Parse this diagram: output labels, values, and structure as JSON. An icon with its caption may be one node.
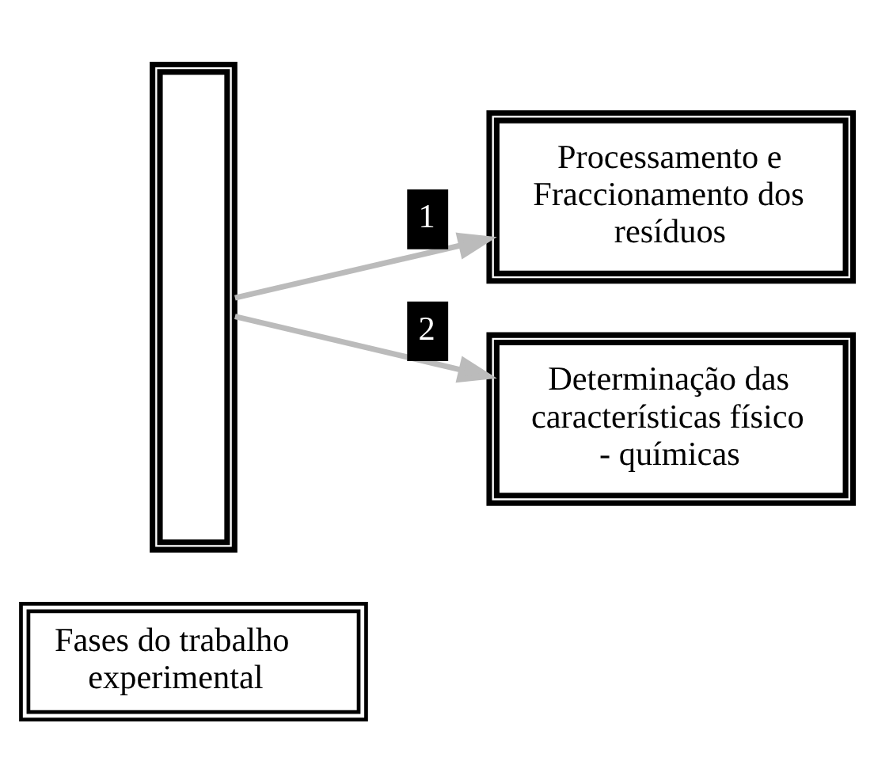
{
  "diagram": {
    "nodes": [
      {
        "text": [
          "Fases do trabalho experimental"
        ]
      },
      {
        "text": [],
        "shape": "bar"
      },
      {
        "text": [
          "Processamento e Fraccionamento dos resíduos"
        ]
      },
      {
        "text": [
          "Determinação das características físico - químicas"
        ]
      }
    ],
    "edges": [
      {
        "from": 1,
        "to": 2,
        "arrow": "to",
        "label": "1"
      },
      {
        "from": 1,
        "to": 3,
        "arrow": "to",
        "label": "2"
      }
    ]
  }
}
